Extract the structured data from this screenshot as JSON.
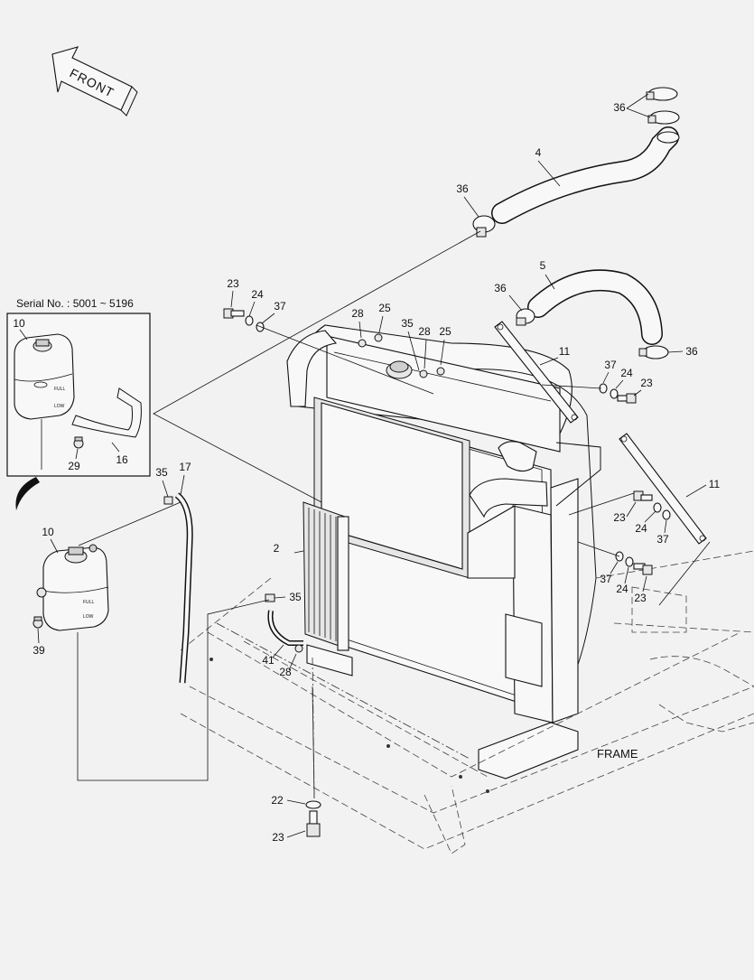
{
  "direction_label": "FRONT",
  "frame_label": "FRAME",
  "inset": {
    "serial_label": "Serial No. : 5001 ~ 5196",
    "callouts": [
      "10",
      "29",
      "16"
    ]
  },
  "callouts": [
    {
      "id": "c36a",
      "text": "36"
    },
    {
      "id": "c4",
      "text": "4"
    },
    {
      "id": "c36b",
      "text": "36"
    },
    {
      "id": "c5",
      "text": "5"
    },
    {
      "id": "c36c",
      "text": "36"
    },
    {
      "id": "c36d",
      "text": "36"
    },
    {
      "id": "c23a",
      "text": "23"
    },
    {
      "id": "c24a",
      "text": "24"
    },
    {
      "id": "c37a",
      "text": "37"
    },
    {
      "id": "c28a",
      "text": "28"
    },
    {
      "id": "c25a",
      "text": "25"
    },
    {
      "id": "c35a",
      "text": "35"
    },
    {
      "id": "c28b",
      "text": "28"
    },
    {
      "id": "c25b",
      "text": "25"
    },
    {
      "id": "c11a",
      "text": "11"
    },
    {
      "id": "c37b",
      "text": "37"
    },
    {
      "id": "c24b",
      "text": "24"
    },
    {
      "id": "c23b",
      "text": "23"
    },
    {
      "id": "c11b",
      "text": "11"
    },
    {
      "id": "c23c",
      "text": "23"
    },
    {
      "id": "c24c",
      "text": "24"
    },
    {
      "id": "c37c",
      "text": "37"
    },
    {
      "id": "c37d",
      "text": "37"
    },
    {
      "id": "c24d",
      "text": "24"
    },
    {
      "id": "c23d",
      "text": "23"
    },
    {
      "id": "c35b",
      "text": "35"
    },
    {
      "id": "c17",
      "text": "17"
    },
    {
      "id": "c10",
      "text": "10"
    },
    {
      "id": "c39",
      "text": "39"
    },
    {
      "id": "c2",
      "text": "2"
    },
    {
      "id": "c35c",
      "text": "35"
    },
    {
      "id": "c41",
      "text": "41"
    },
    {
      "id": "c28c",
      "text": "28"
    },
    {
      "id": "c22",
      "text": "22"
    },
    {
      "id": "c23e",
      "text": "23"
    }
  ]
}
